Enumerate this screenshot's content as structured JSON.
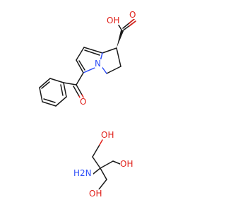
{
  "structures": [
    {
      "id": "ketorolac",
      "atom_labels": {
        "carboxyl_oh": "OH",
        "carboxyl_o": "O",
        "ketone_o": "O",
        "ring_n": "N"
      },
      "stereo": "wedge"
    },
    {
      "id": "tromethamine",
      "atom_labels": {
        "oh_top": "OH",
        "oh_right": "OH",
        "oh_bottom": "OH",
        "amine": "H2N"
      }
    }
  ],
  "colors": {
    "carbon": "#1a1a1a",
    "oxygen": "#e0201a",
    "nitrogen": "#3050f8",
    "background": "#ffffff"
  }
}
